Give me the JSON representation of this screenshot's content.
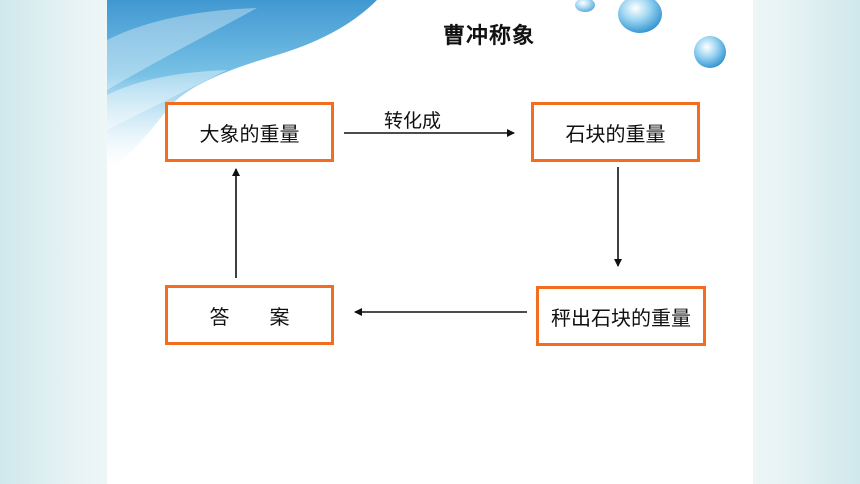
{
  "title": "曹冲称象",
  "nodes": {
    "elephant_weight": "大象的重量",
    "stone_weight": "石块的重量",
    "weigh_stones": "秤出石块的重量",
    "answer": "答　　案"
  },
  "edges": {
    "convert_label": "转化成"
  },
  "colors": {
    "box_border": "#f26d1d",
    "arrow": "#111111"
  },
  "icons": [
    "water-drop-icon",
    "water-splash-icon"
  ]
}
